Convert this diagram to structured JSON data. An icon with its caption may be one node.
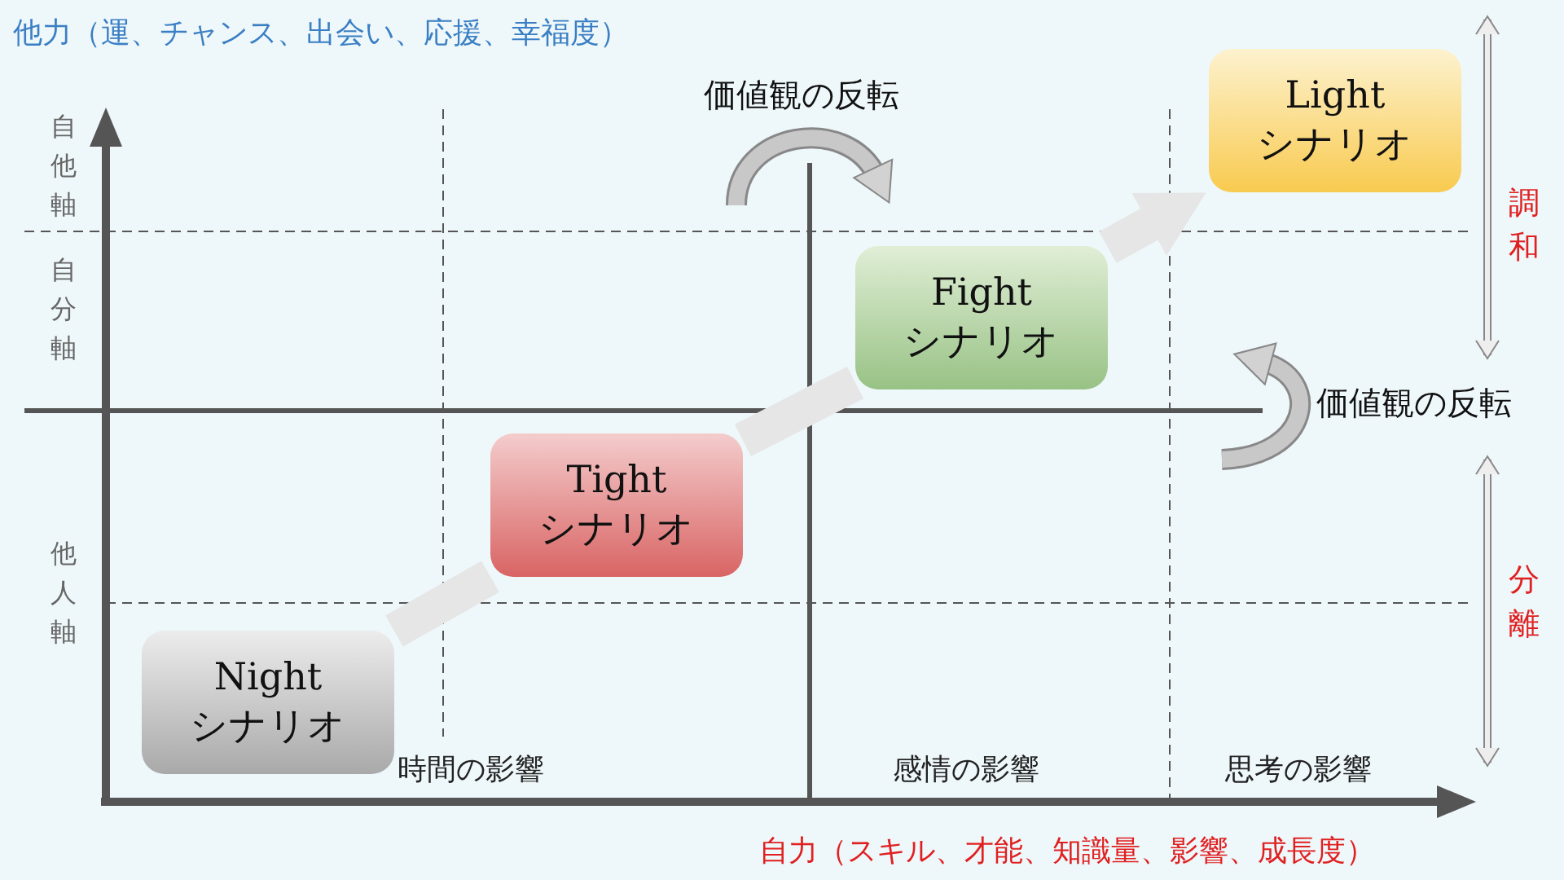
{
  "diagram": {
    "nodes": [
      {
        "text": [
          "Night シナリオ"
        ]
      },
      {
        "text": [
          "Tight シナリオ"
        ]
      },
      {
        "text": [
          "Fight シナリオ"
        ]
      },
      {
        "text": [
          "Light シナリオ"
        ]
      }
    ],
    "edges": [
      {
        "from": 0,
        "to": 1,
        "arrow": "none"
      },
      {
        "from": 1,
        "to": 2,
        "arrow": "none"
      },
      {
        "from": 2,
        "to": 3,
        "arrow": "to"
      }
    ],
    "labels": [
      "他力（運、チャンス、出会い、応援、幸福度）",
      "価値観の反転",
      "自他軸",
      "調和",
      "自分軸",
      "価値観の反転",
      "他人軸",
      "分離",
      "時間の影響",
      "感情の影響",
      "思考の影響",
      "自力（スキル、才能、知識量、影響、成長度）"
    ]
  }
}
